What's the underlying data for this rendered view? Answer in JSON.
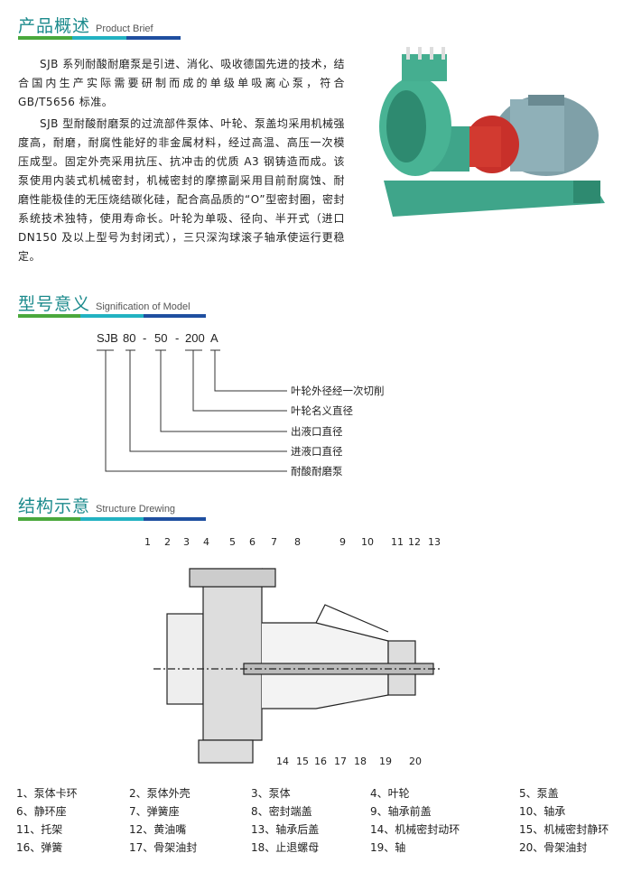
{
  "sections": {
    "brief": {
      "cn": "产品概述",
      "en": "Product Brief"
    },
    "model": {
      "cn": "型号意义",
      "en": "Signification of Model"
    },
    "structure": {
      "cn": "结构示意",
      "en": "Structure Drewing"
    }
  },
  "intro": [
    "SJB 系列耐酸耐磨泵是引进、消化、吸收德国先进的技术，结合国内生产实际需要研制而成的单级单吸离心泵，符合 GB/T5656 标准。",
    "SJB 型耐酸耐磨泵的过流部件泵体、叶轮、泵盖均采用机械强度高，耐磨，耐腐性能好的非金属材料，经过高温、高压一次模压成型。固定外壳采用抗压、抗冲击的优质 A3 钢铸造而成。该泵使用内装式机械密封，机械密封的摩擦副采用目前耐腐蚀、耐磨性能极佳的无压烧结碳化硅，配合高品质的“O”型密封圈，密封系统技术独特，使用寿命长。叶轮为单吸、径向、半开式（进口 DN150 及以上型号为封闭式），三只深沟球滚子轴承使运行更稳定。"
  ],
  "model_code": [
    "SJB",
    "80",
    "-",
    "50",
    "-",
    "200",
    "A"
  ],
  "model_meanings": [
    "叶轮外径经一次切削",
    "叶轮名义直径",
    "出液口直径",
    "进液口直径",
    "耐酸耐磨泵"
  ],
  "callouts": [
    "1",
    "2",
    "3",
    "4",
    "5",
    "6",
    "7",
    "8",
    "9",
    "10",
    "11",
    "12",
    "13",
    "14",
    "15",
    "16",
    "17",
    "18",
    "19",
    "20"
  ],
  "parts": [
    "1、泵体卡环",
    "2、泵体外壳",
    "3、泵体",
    "4、叶轮",
    "5、泵盖",
    "6、静环座",
    "7、弹簧座",
    "8、密封端盖",
    "9、轴承前盖",
    "10、轴承",
    "11、托架",
    "12、黄油嘴",
    "13、轴承后盖",
    "14、机械密封动环",
    "15、机械密封静环",
    "16、弹簧",
    "17、骨架油封",
    "18、止退螺母",
    "19、轴",
    "20、骨架油封"
  ],
  "colors": {
    "heading": "#1b8a8c",
    "bar_green": "#4aa83c",
    "bar_cyan": "#22b2c2",
    "bar_blue": "#1f4fa0",
    "pump_green": "#3aa88a",
    "motor_red": "#c8302a"
  }
}
